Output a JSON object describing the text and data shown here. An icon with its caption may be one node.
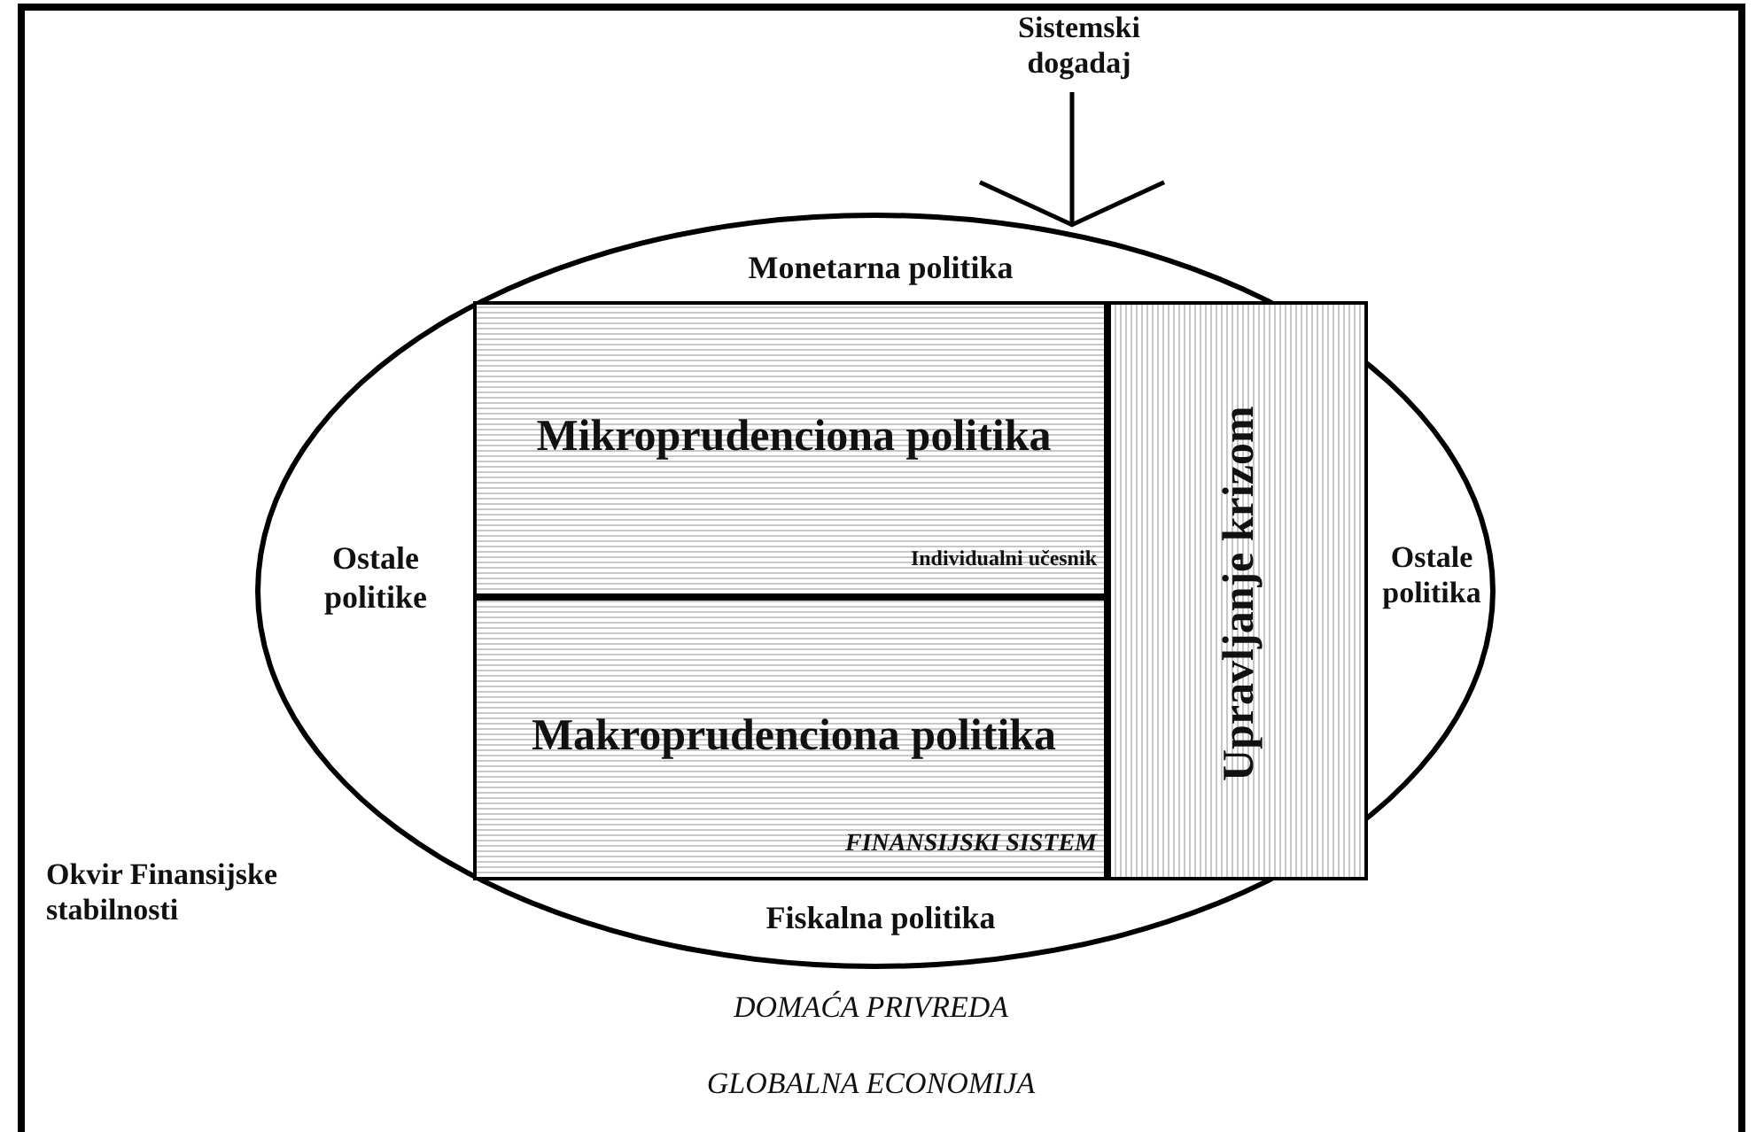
{
  "diagram": {
    "nodes": [
      {
        "text": [
          "Okvir Finansijske stabilnosti",
          "DOMAĆA PRIVREDA",
          "GLOBALNA ECONOMIJA"
        ]
      },
      {
        "text": [
          "Monetarna politika",
          "Ostale politike",
          "Ostale politika",
          "Fiskalna politika"
        ],
        "in": 0
      },
      {
        "text": [
          "Mikroprudenciona politika",
          "Individualni učesnik"
        ],
        "in": 1
      },
      {
        "text": [
          "Makroprudenciona politika",
          "FINANSIJSKI SISTEM"
        ],
        "in": 1
      },
      {
        "text": [
          "Upravljanje krizom"
        ],
        "in": 1
      },
      {
        "text": [
          "Sistemski dogadaj"
        ],
        "in": 0
      }
    ],
    "edges": [
      {
        "from": 5,
        "to": 1,
        "arrow": "to"
      }
    ]
  }
}
